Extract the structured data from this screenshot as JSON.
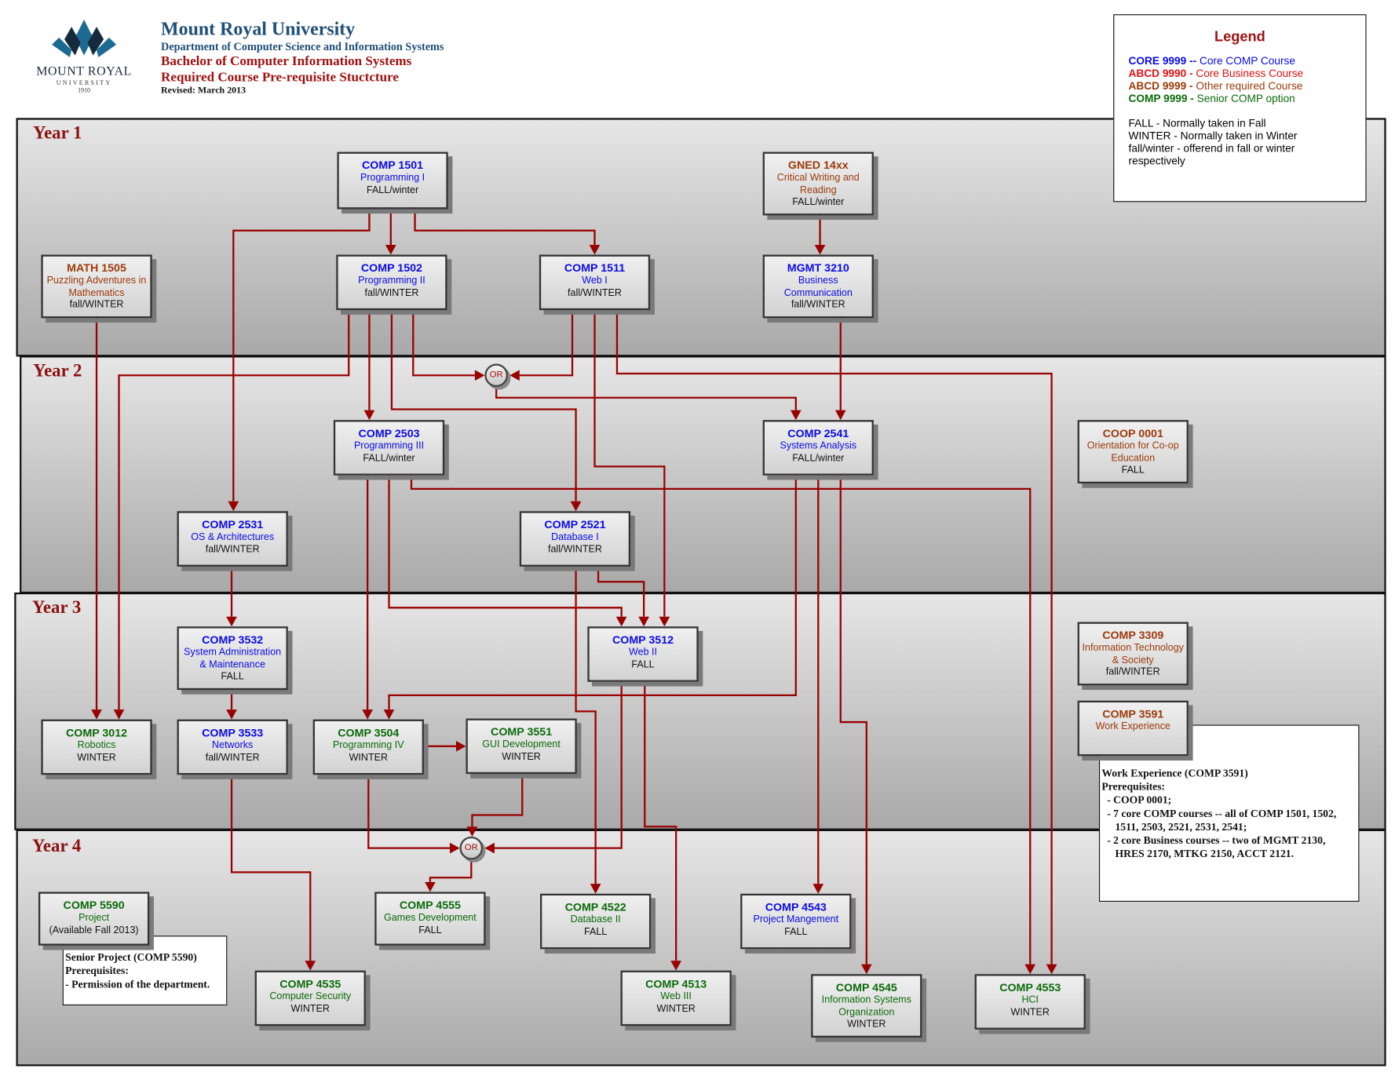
{
  "header": {
    "university": "Mount Royal University",
    "department": "Department of Computer Science and Information Systems",
    "program": "Bachelor of Computer Information Systems",
    "subtitle": "Required Course Pre-requisite Stuctcture",
    "revised": "Revised: March 2013"
  },
  "logo": {
    "name": "MOUNT ROYAL",
    "sub": "UNIVERSITY",
    "year": "1910"
  },
  "legend": {
    "title": "Legend",
    "types": [
      {
        "code": "CORE 9999 --",
        "desc": " Core COMP Course",
        "color": "#0a0ae6"
      },
      {
        "code": "ABCD 9990 -",
        "desc": " Core Business Course",
        "color": "#e31010"
      },
      {
        "code": "ABCD 9999 -",
        "desc": " Other required Course",
        "color": "#9c3a0a"
      },
      {
        "code": "COMP 9999 -",
        "desc": " Senior COMP option",
        "color": "#0a6a0a"
      }
    ],
    "terms": [
      "FALL - Normally taken in Fall",
      "WINTER - Normally taken in Winter",
      "fall/winter - offerend in fall or winter respectively"
    ]
  },
  "years": [
    "Year 1",
    "Year 2",
    "Year 3",
    "Year 4"
  ],
  "or_label": "OR",
  "courses": {
    "c1501": {
      "code": "COMP 1501",
      "title": "Programming I",
      "term": "FALL/winter"
    },
    "g14xx": {
      "code": "GNED 14xx",
      "title": "Critical Writing and Reading",
      "term": "FALL/winter"
    },
    "m1505": {
      "code": "MATH 1505",
      "title": "Puzzling Adventures in Mathematics",
      "term": "fall/WINTER"
    },
    "c1502": {
      "code": "COMP 1502",
      "title": "Programming II",
      "term": "fall/WINTER"
    },
    "c1511": {
      "code": "COMP 1511",
      "title": "Web I",
      "term": "fall/WINTER"
    },
    "m3210": {
      "code": "MGMT 3210",
      "title": "Business Communication",
      "term": "fall/WINTER"
    },
    "c2503": {
      "code": "COMP 2503",
      "title": "Programming III",
      "term": "FALL/winter"
    },
    "c2541": {
      "code": "COMP 2541",
      "title": "Systems Analysis",
      "term": "FALL/winter"
    },
    "coop": {
      "code": "COOP 0001",
      "title": "Orientation for Co-op Education",
      "term": "FALL"
    },
    "c2531": {
      "code": "COMP 2531",
      "title": "OS & Architectures",
      "term": "fall/WINTER"
    },
    "c2521": {
      "code": "COMP 2521",
      "title": "Database I",
      "term": "fall/WINTER"
    },
    "c3532": {
      "code": "COMP 3532",
      "title": "System Administration & Maintenance",
      "term": "FALL"
    },
    "c3512": {
      "code": "COMP 3512",
      "title": "Web II",
      "term": "FALL"
    },
    "c3309": {
      "code": "COMP 3309",
      "title": "Information Technology & Society",
      "term": "fall/WINTER"
    },
    "c3012": {
      "code": "COMP 3012",
      "title": "Robotics",
      "term": "WINTER"
    },
    "c3533": {
      "code": "COMP 3533",
      "title": "Networks",
      "term": "fall/WINTER"
    },
    "c3504": {
      "code": "COMP 3504",
      "title": "Programming IV",
      "term": "WINTER"
    },
    "c3551": {
      "code": "COMP 3551",
      "title": "GUI Development",
      "term": "WINTER"
    },
    "c3591": {
      "code": "COMP 3591",
      "title": "Work Experience",
      "term": ""
    },
    "c5590": {
      "code": "COMP 5590",
      "title": "Project",
      "term": "(Available Fall 2013)"
    },
    "c4555": {
      "code": "COMP 4555",
      "title": "Games Development",
      "term": "FALL"
    },
    "c4522": {
      "code": "COMP 4522",
      "title": "Database II",
      "term": "FALL"
    },
    "c4543": {
      "code": "COMP 4543",
      "title": "Project Mangement",
      "term": "FALL"
    },
    "c4535": {
      "code": "COMP 4535",
      "title": "Computer Security",
      "term": "WINTER"
    },
    "c4513": {
      "code": "COMP 4513",
      "title": "Web III",
      "term": "WINTER"
    },
    "c4545": {
      "code": "COMP 4545",
      "title": "Information Systems Organization",
      "term": "WINTER"
    },
    "c4553": {
      "code": "COMP 4553",
      "title": "HCI",
      "term": "WINTER"
    }
  },
  "notes": {
    "work": {
      "title": "Work Experience (COMP 3591)",
      "pre": "Prerequisites:",
      "lines": [
        "  - COOP 0001;",
        "  - 7 core COMP courses -- all of COMP 1501, 1502,",
        "     1511, 2503, 2521, 2531, 2541;",
        "  - 2 core Business courses -- two of MGMT 2130,",
        "     HRES 2170, MTKG 2150, ACCT 2121."
      ]
    },
    "senior": {
      "title": "Senior Project (COMP 5590)",
      "pre": "Prerequisites:",
      "lines": [
        "-  Permission of the department."
      ]
    }
  }
}
